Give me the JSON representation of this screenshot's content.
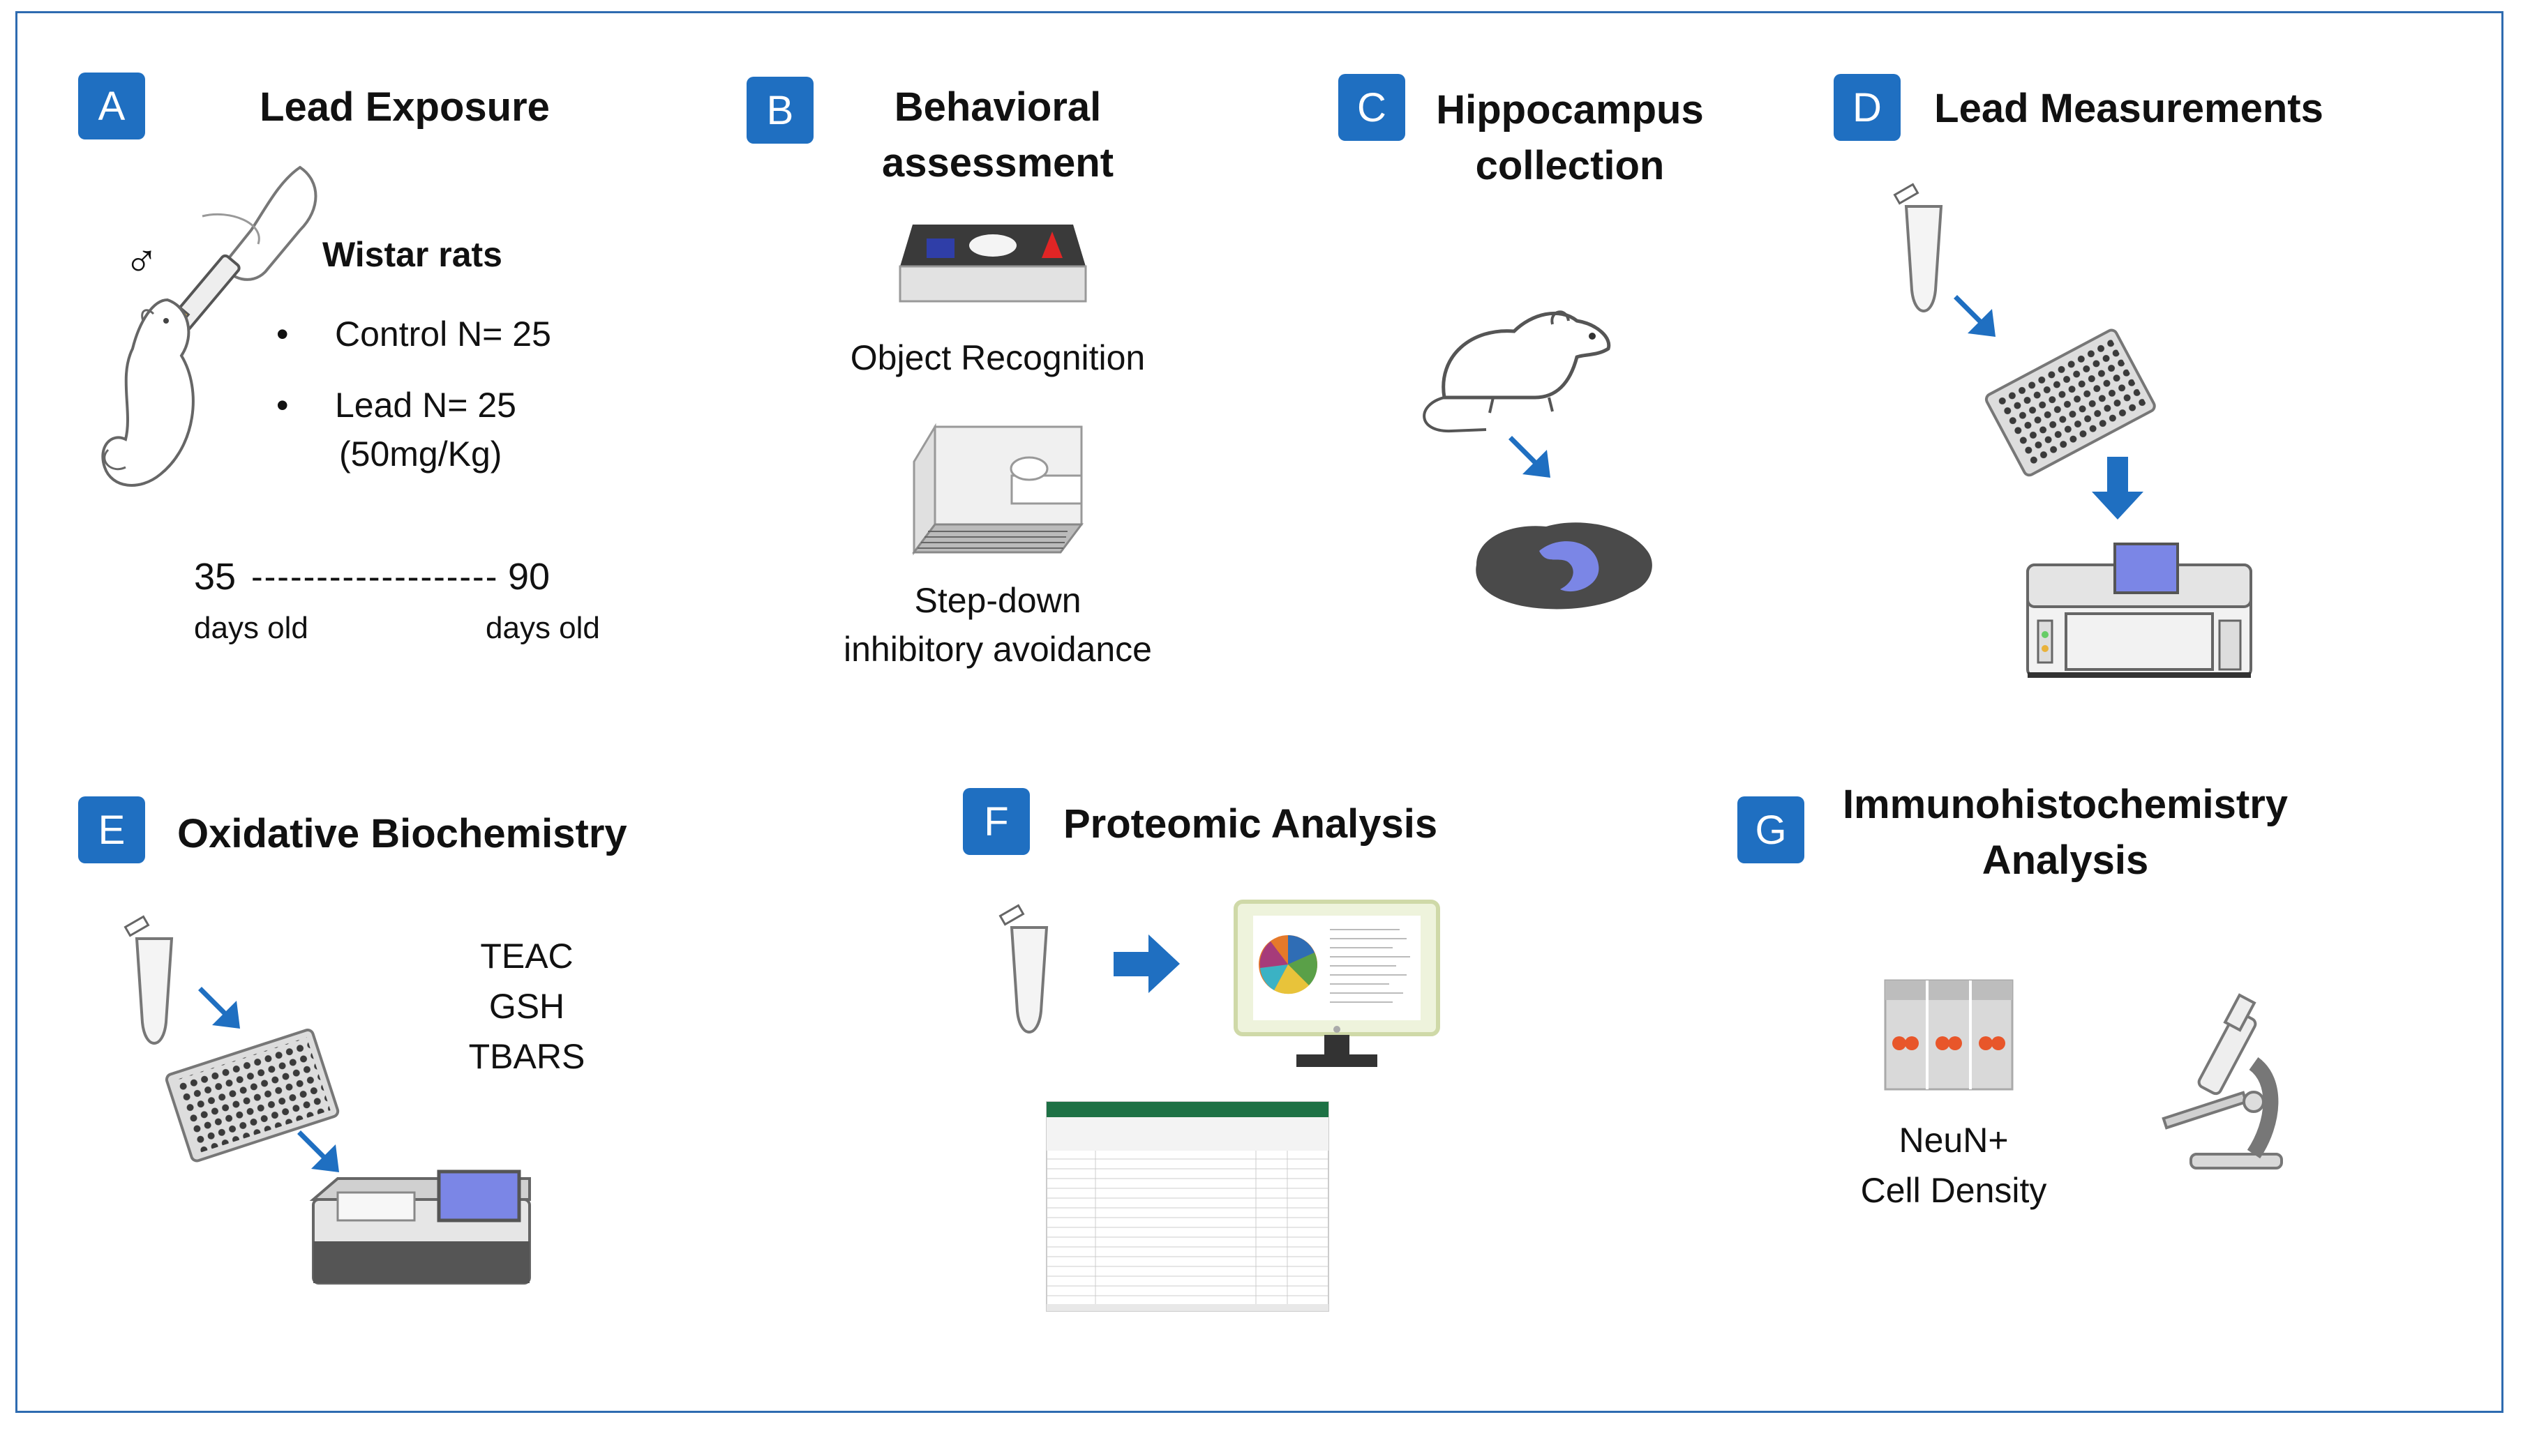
{
  "panels": {
    "A": {
      "badge": "A",
      "title": "Lead Exposure",
      "male_symbol": "♂",
      "subtitle": "Wistar rats",
      "bullet": "•",
      "group1": "Control N= 25",
      "group2": "Lead N= 25",
      "dose": "(50mg/Kg)",
      "start_day": "35",
      "timeline_dashes": "-------------------",
      "end_day": "90",
      "start_label": "days old",
      "end_label": "days old"
    },
    "B": {
      "badge": "B",
      "title_line1": "Behavioral",
      "title_line2": "assessment",
      "test1": "Object Recognition",
      "test2_line1": "Step-down",
      "test2_line2": "inhibitory avoidance"
    },
    "C": {
      "badge": "C",
      "title_line1": "Hippocampus",
      "title_line2": "collection"
    },
    "D": {
      "badge": "D",
      "title": "Lead Measurements"
    },
    "E": {
      "badge": "E",
      "title": "Oxidative Biochemistry",
      "assay1": "TEAC",
      "assay2": "GSH",
      "assay3": "TBARS"
    },
    "F": {
      "badge": "F",
      "title": "Proteomic Analysis"
    },
    "G": {
      "badge": "G",
      "title_line1": "Immunohistochemistry",
      "title_line2": "Analysis",
      "label_line1": "NeuN+",
      "label_line2": "Cell Density"
    }
  },
  "colors": {
    "badge": "#1f6fc1",
    "arrow": "#1f6fc1",
    "frame": "#2e6bb0",
    "brain_region": "#7b86e6",
    "cell_dot": "#e8562a"
  },
  "icons": [
    "syringe-icon",
    "rat-icon",
    "object-recognition-arena-icon",
    "step-down-box-icon",
    "rat-outline-icon",
    "brain-icon",
    "tube-icon",
    "microplate-icon",
    "spectrometer-icon",
    "plate-reader-icon",
    "monitor-pie-icon",
    "spreadsheet-icon",
    "slide-icon",
    "microscope-icon",
    "arrow-icon"
  ]
}
